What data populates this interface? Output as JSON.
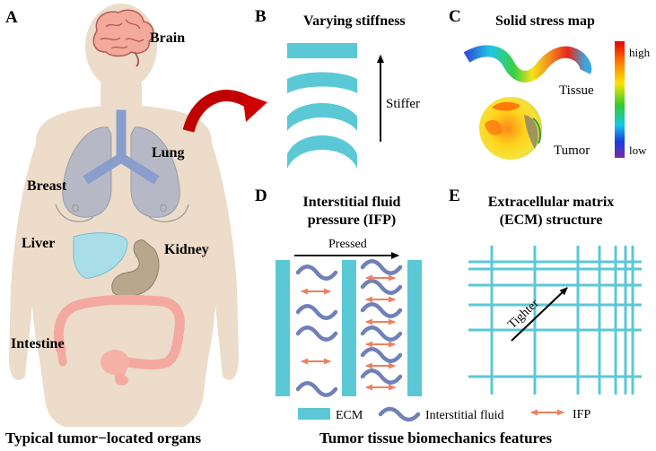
{
  "panels": {
    "A": {
      "letter": "A",
      "caption": "Typical tumor−located organs",
      "organs": [
        "Brain",
        "Lung",
        "Breast",
        "Liver",
        "Kidney",
        "Intestine"
      ]
    },
    "B": {
      "letter": "B",
      "title": "Varying stiffness",
      "arrow_label": "Stiffer"
    },
    "C": {
      "letter": "C",
      "title": "Solid stress map",
      "tissue_label": "Tissue",
      "tumor_label": "Tumor",
      "scale_high": "high",
      "scale_low": "low"
    },
    "D": {
      "letter": "D",
      "title_line1": "Interstitial fluid",
      "title_line2": "pressure (IFP)",
      "pressed_label": "Pressed"
    },
    "E": {
      "letter": "E",
      "title_line1": "Extracellular matrix",
      "title_line2": "(ECM) structure",
      "arrow_label": "Tighter"
    }
  },
  "legend": {
    "ecm": "ECM",
    "fluid": "Interstitial fluid",
    "ifp": "IFP"
  },
  "bottom_caption": "Tumor tissue biomechanics features",
  "colors": {
    "body": "#ecdcc9",
    "ecm": "#5bc8d6",
    "fluid": "#7080b8",
    "ifp_arrow": "#f07f5e",
    "lung": "#b7b8c6",
    "airway": "#8a9ecd",
    "liver": "#a9dde8",
    "intestine": "#f4a9a0",
    "curve_arrow": "#c00000"
  }
}
